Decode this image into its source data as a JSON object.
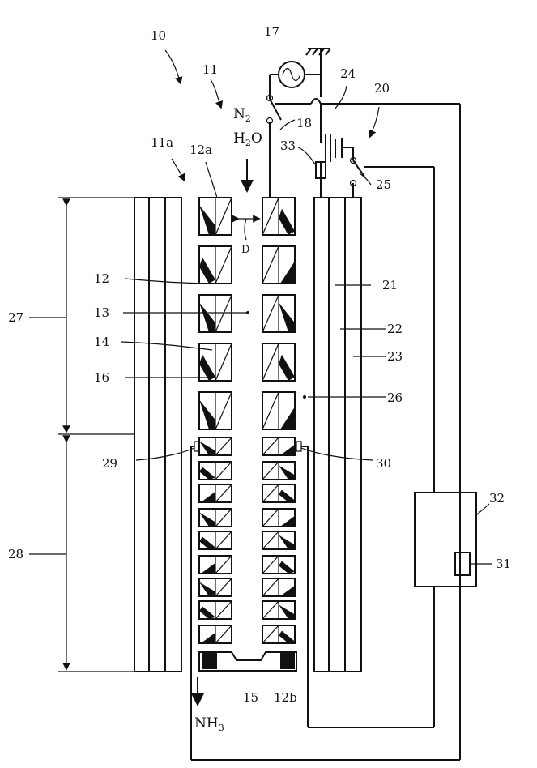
{
  "labels": {
    "n10": "10",
    "n11": "11",
    "n11a": "11a",
    "n12": "12",
    "n12a": "12a",
    "n12b": "12b",
    "n13": "13",
    "n14": "14",
    "n15": "15",
    "n16": "16",
    "n17": "17",
    "n18": "18",
    "n20": "20",
    "n21": "21",
    "n22": "22",
    "n23": "23",
    "n24": "24",
    "n25": "25",
    "n26": "26",
    "n27": "27",
    "n28": "28",
    "n29": "29",
    "n30": "30",
    "n31": "31",
    "n32": "32",
    "n33": "33",
    "gap": "D",
    "n2_main": "N",
    "n2_sub": "2",
    "h2o_h": "H",
    "h2o_sub": "2",
    "h2o_o": "O",
    "nh3_main": "NH",
    "nh3_sub": "3"
  }
}
